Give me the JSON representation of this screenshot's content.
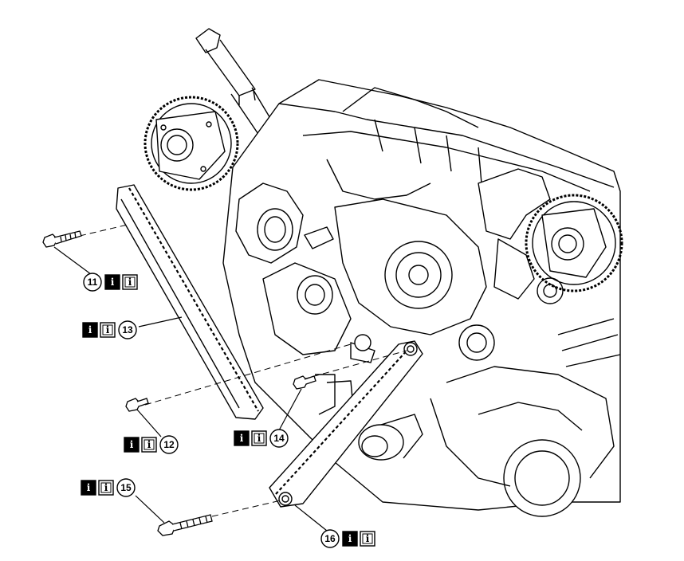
{
  "colors": {
    "line": "#000000",
    "paper": "#ffffff",
    "badge_dark": "#000000"
  },
  "info_glyph": "i",
  "callouts": [
    {
      "id": "11",
      "badges": [
        "info-dark",
        "info-light"
      ],
      "badge_side": "right"
    },
    {
      "id": "12",
      "badges": [
        "info-dark",
        "info-light"
      ],
      "badge_side": "left"
    },
    {
      "id": "13",
      "badges": [
        "info-dark",
        "info-light"
      ],
      "badge_side": "left"
    },
    {
      "id": "14",
      "badges": [
        "info-dark",
        "info-light"
      ],
      "badge_side": "left"
    },
    {
      "id": "15",
      "badges": [
        "info-dark",
        "info-light"
      ],
      "badge_side": "left"
    },
    {
      "id": "16",
      "badges": [
        "info-dark",
        "info-light"
      ],
      "badge_side": "right"
    }
  ],
  "parts": {
    "bolt_11": "bolt-icon",
    "bolt_12": "bolt-icon",
    "bolt_14": "bolt-icon",
    "bolt_15": "long-bolt-icon",
    "guide_13": "timing-chain-guide",
    "guide_16": "timing-chain-guide",
    "engine": "engine-block-drawing"
  }
}
